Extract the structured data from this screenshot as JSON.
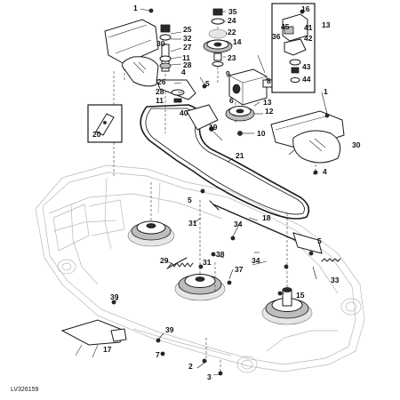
{
  "callouts": [
    {
      "id": "c1",
      "label": "1"
    },
    {
      "id": "c1b",
      "label": "1"
    },
    {
      "id": "c2",
      "label": "2"
    },
    {
      "id": "c3",
      "label": "3"
    },
    {
      "id": "c4",
      "label": "4"
    },
    {
      "id": "c4b",
      "label": "4"
    },
    {
      "id": "c5",
      "label": "5"
    },
    {
      "id": "c5b",
      "label": "5"
    },
    {
      "id": "c5c",
      "label": "5"
    },
    {
      "id": "c6",
      "label": "6"
    },
    {
      "id": "c7",
      "label": "7"
    },
    {
      "id": "c8",
      "label": "8"
    },
    {
      "id": "c9",
      "label": "9"
    },
    {
      "id": "c10",
      "label": "10"
    },
    {
      "id": "c11",
      "label": "11"
    },
    {
      "id": "c11b",
      "label": "11"
    },
    {
      "id": "c12",
      "label": "12"
    },
    {
      "id": "c13",
      "label": "13"
    },
    {
      "id": "c13b",
      "label": "13"
    },
    {
      "id": "c14",
      "label": "14"
    },
    {
      "id": "c15",
      "label": "15"
    },
    {
      "id": "c16",
      "label": "16"
    },
    {
      "id": "c17",
      "label": "17"
    },
    {
      "id": "c18",
      "label": "18"
    },
    {
      "id": "c19",
      "label": "19"
    },
    {
      "id": "c20",
      "label": "20"
    },
    {
      "id": "c21",
      "label": "21"
    },
    {
      "id": "c22",
      "label": "22"
    },
    {
      "id": "c23",
      "label": "23"
    },
    {
      "id": "c24",
      "label": "24"
    },
    {
      "id": "c25",
      "label": "25"
    },
    {
      "id": "c26",
      "label": "26"
    },
    {
      "id": "c27",
      "label": "27"
    },
    {
      "id": "c28",
      "label": "28"
    },
    {
      "id": "c28b",
      "label": "28"
    },
    {
      "id": "c29",
      "label": "29"
    },
    {
      "id": "c30",
      "label": "30"
    },
    {
      "id": "c30b",
      "label": "30"
    },
    {
      "id": "c31",
      "label": "31"
    },
    {
      "id": "c31b",
      "label": "31"
    },
    {
      "id": "c32",
      "label": "32"
    },
    {
      "id": "c33",
      "label": "33"
    },
    {
      "id": "c34",
      "label": "34"
    },
    {
      "id": "c34b",
      "label": "34"
    },
    {
      "id": "c35",
      "label": "35"
    },
    {
      "id": "c36",
      "label": "36"
    },
    {
      "id": "c37",
      "label": "37"
    },
    {
      "id": "c38",
      "label": "38"
    },
    {
      "id": "c39",
      "label": "39"
    },
    {
      "id": "c39b",
      "label": "39"
    },
    {
      "id": "c40",
      "label": "40"
    },
    {
      "id": "c41",
      "label": "41"
    },
    {
      "id": "c42",
      "label": "42"
    },
    {
      "id": "c43",
      "label": "43"
    },
    {
      "id": "c44",
      "label": "44"
    },
    {
      "id": "c45",
      "label": "45"
    }
  ],
  "figure_code": "LV326159"
}
